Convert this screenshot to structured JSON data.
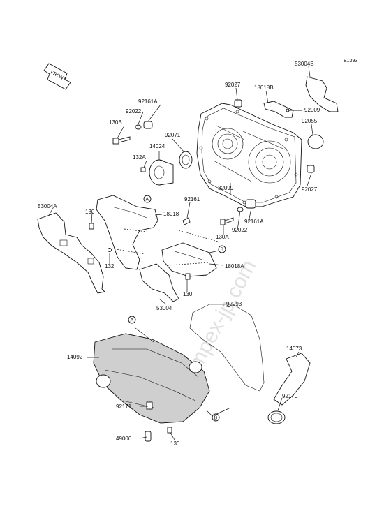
{
  "diagram_code": "E1393",
  "front_marker": "FRONT",
  "watermark": "www.impex-jp.com",
  "callouts": [
    "A",
    "B",
    "A",
    "B"
  ],
  "labels": {
    "l53004B": "53004B",
    "l92027a": "92027",
    "l18018B": "18018B",
    "l92009": "92009",
    "l92161Aa": "92161A",
    "l92022a": "92022",
    "l130B": "130B",
    "l92071": "92071",
    "l92055": "92055",
    "l14024": "14024",
    "l132A": "132A",
    "l32099": "32099",
    "l92027b": "92027",
    "l53004A": "53004A",
    "l130a": "130",
    "l18018": "18018",
    "l92161": "92161",
    "l130A": "130A",
    "l92022b": "92022",
    "l92161Ab": "92161A",
    "l132": "132",
    "l18018A": "18018A",
    "l130b": "130",
    "l53004": "53004",
    "l92093": "92093",
    "l14092": "14092",
    "l14073": "14073",
    "l92170": "92170",
    "l92171": "92171",
    "l49006": "49006",
    "l130c": "130"
  }
}
